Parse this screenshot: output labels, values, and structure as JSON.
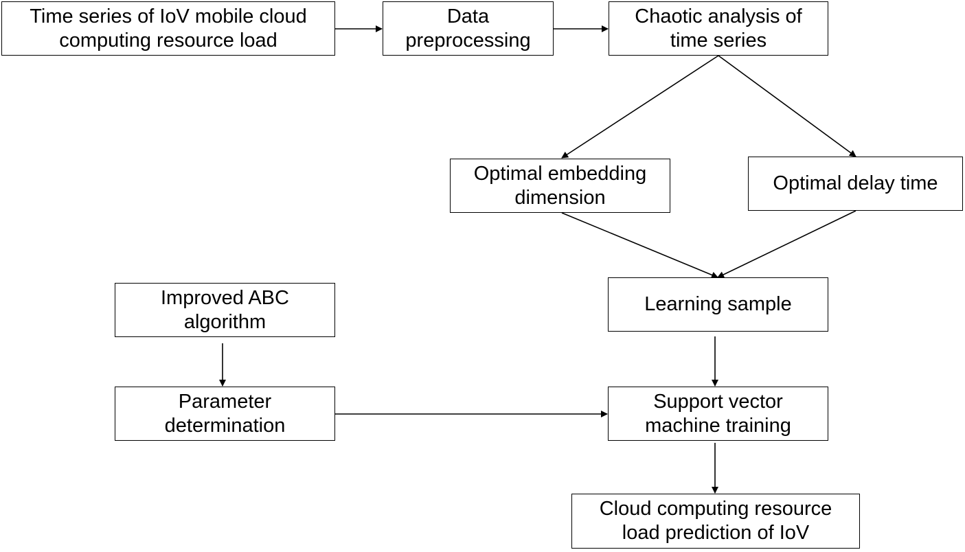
{
  "nodes": {
    "time_series": {
      "line1": "Time series of IoV mobile cloud",
      "line2": "computing resource load"
    },
    "preprocessing": {
      "line1": "Data",
      "line2": "preprocessing"
    },
    "chaotic_analysis": {
      "line1": "Chaotic analysis of",
      "line2": "time series"
    },
    "embedding_dimension": {
      "line1": "Optimal embedding",
      "line2": "dimension"
    },
    "delay_time": {
      "line1": "Optimal delay time"
    },
    "learning_sample": {
      "line1": "Learning sample"
    },
    "improved_abc": {
      "line1": "Improved ABC",
      "line2": "algorithm"
    },
    "parameter_determination": {
      "line1": "Parameter",
      "line2": "determination"
    },
    "svm_training": {
      "line1": "Support vector",
      "line2": "machine training"
    },
    "load_prediction": {
      "line1": "Cloud computing resource",
      "line2": "load prediction of IoV"
    }
  },
  "colors": {
    "stroke": "#000000",
    "background": "#ffffff"
  }
}
